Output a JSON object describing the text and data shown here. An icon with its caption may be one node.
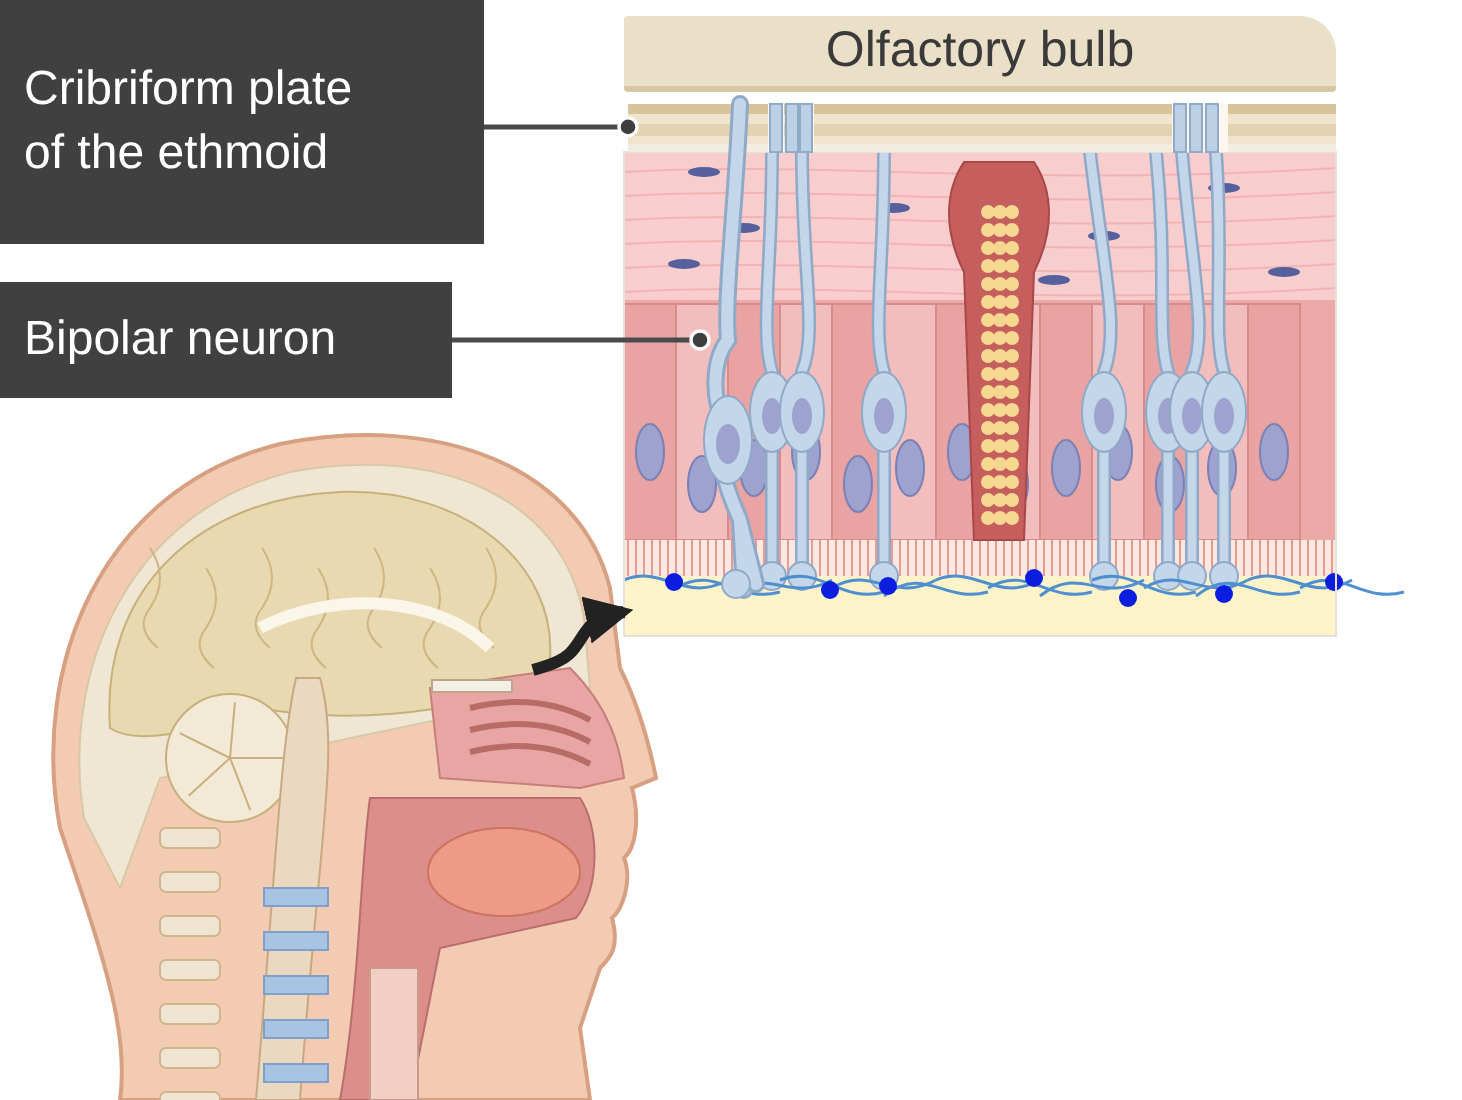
{
  "diagram": {
    "nodes": [
      {
        "text": [
          "Cribriform plate of the ethmoid"
        ]
      },
      {
        "text": [
          "Olfactory bulb"
        ]
      },
      {
        "text": [],
        "shape": "bar"
      },
      {
        "text": [
          "Bipolar neuron"
        ]
      },
      {
        "text": [],
        "shape": "picture"
      },
      {
        "text": [],
        "shape": "picture"
      },
      {
        "text": [],
        "shape": "picture"
      }
    ],
    "edges": [
      {
        "from": 0,
        "to": 2,
        "arrow": "other"
      },
      {
        "from": 3,
        "to": 4,
        "arrow": "other"
      },
      {
        "from": 6,
        "to": 5,
        "arrow": "to",
        "style": "thick",
        "color": "#222222"
      }
    ]
  }
}
